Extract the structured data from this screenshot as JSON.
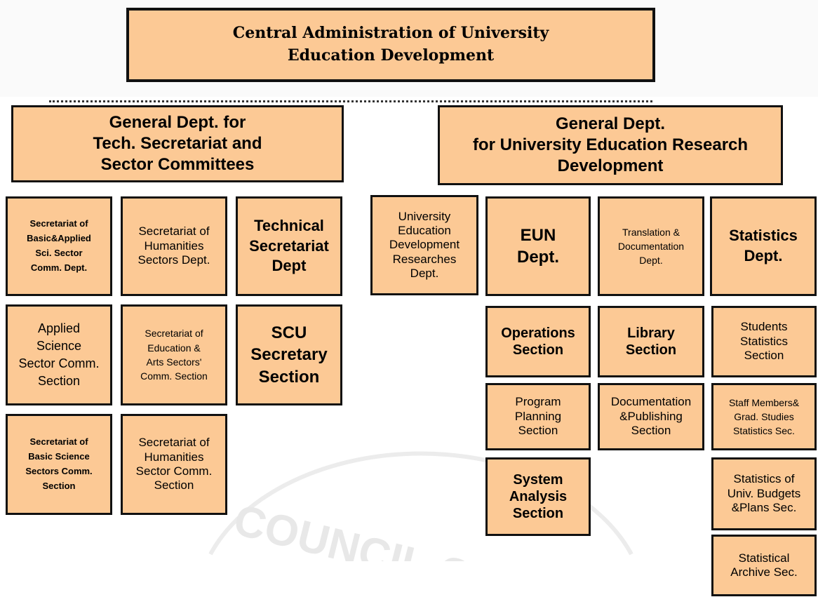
{
  "title": "Central Administration of University\nEducation Development",
  "watermark_text": "COUNCIL OF",
  "left_dept": {
    "header": "General Dept. for\nTech. Secretariat and\nSector Committees",
    "col1": [
      "Secretariat of\nBasic&Applied\nSci. Sector\nComm. Dept.",
      "Applied\nScience\nSector Comm.\nSection",
      "Secretariat of\nBasic Science\nSectors Comm.\nSection"
    ],
    "col2": [
      "Secretariat of\nHumanities\nSectors Dept.",
      "Secretariat of\nEducation &\nArts Sectors'\nComm. Section",
      "Secretariat of\nHumanities\nSector Comm.\nSection"
    ],
    "col3": [
      "Technical\nSecretariat\nDept",
      "SCU\nSecretary\nSection"
    ]
  },
  "right_dept": {
    "header": "General Dept.\nfor University Education Research\nDevelopment",
    "research_dept": "University\nEducation\nDevelopment\nResearches\nDept.",
    "eun": {
      "dept": "EUN\nDept.",
      "sections": [
        "Operations\nSection",
        "Program\nPlanning\nSection",
        "System\nAnalysis\nSection"
      ]
    },
    "translation": {
      "dept": "Translation &\nDocumentation\nDept.",
      "sections": [
        "Library\nSection",
        "Documentation\n&Publishing\nSection"
      ]
    },
    "statistics": {
      "dept": "Statistics\nDept.",
      "sections": [
        "Students\nStatistics\nSection",
        "Staff Members&\nGrad. Studies\nStatistics Sec.",
        "Statistics of\nUniv. Budgets\n&Plans Sec.",
        "Statistical\nArchive Sec."
      ]
    }
  },
  "colors": {
    "box_fill": "#fcc995",
    "border": "#111111"
  }
}
